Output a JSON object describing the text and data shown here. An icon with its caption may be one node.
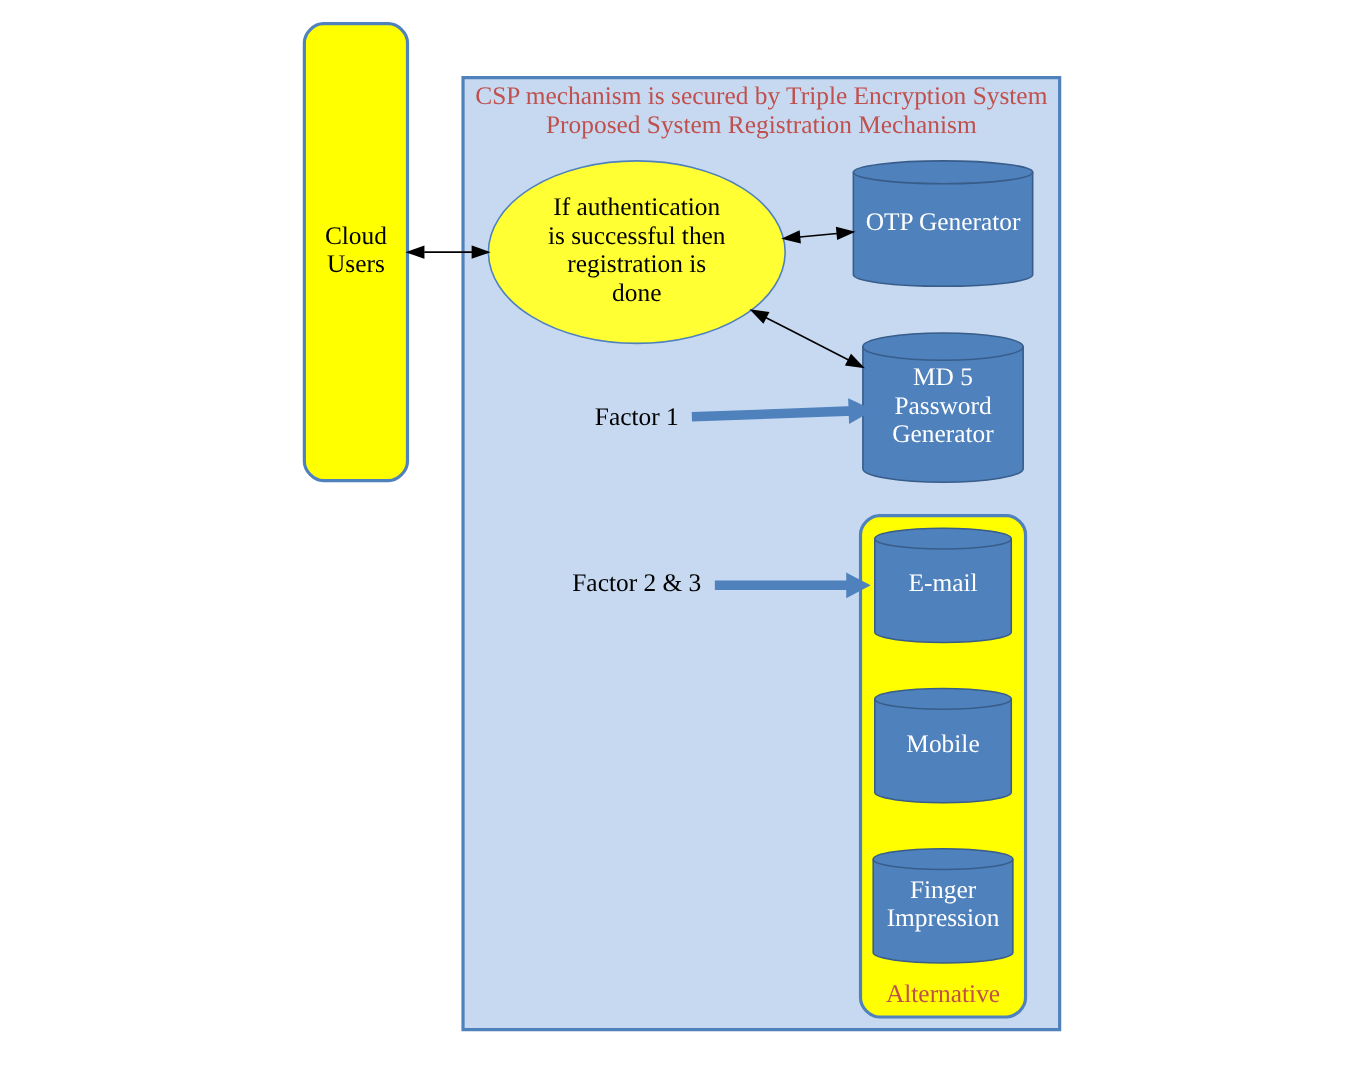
{
  "diagram": {
    "nodes": [
      {
        "text": [
          "Cloud Users"
        ]
      },
      {
        "text": [
          "CSP mechanism is secured by Triple Encryption System",
          "Proposed System Registration Mechanism"
        ]
      },
      {
        "text": [
          "If authentication is successful then registration is done"
        ],
        "in": 1
      },
      {
        "text": [
          "MD 5 Password Generator"
        ],
        "in": 1
      },
      {
        "text": [
          "OTP Generator"
        ],
        "in": 1
      },
      {
        "text": [
          "Factor 1"
        ],
        "in": 1
      },
      {
        "text": [
          "Factor 2 & 3"
        ],
        "in": 1
      },
      {
        "text": [
          "Alternative"
        ],
        "in": 1
      },
      {
        "text": [
          "E-mail"
        ],
        "in": 7
      },
      {
        "text": [
          "Mobile"
        ],
        "in": 7
      },
      {
        "text": [
          "Finger Impression"
        ],
        "in": 7
      }
    ],
    "edges": [
      {
        "from": 0,
        "to": 2,
        "arrow": "both"
      },
      {
        "from": 2,
        "to": 3,
        "arrow": "both"
      },
      {
        "from": 2,
        "to": 4,
        "arrow": "both"
      },
      {
        "from": 5,
        "to": 3,
        "arrow": "to",
        "style": "thick",
        "color": "#4f81bd"
      },
      {
        "from": 6,
        "to": 7,
        "arrow": "to",
        "style": "thick",
        "color": "#4f81bd"
      }
    ]
  }
}
